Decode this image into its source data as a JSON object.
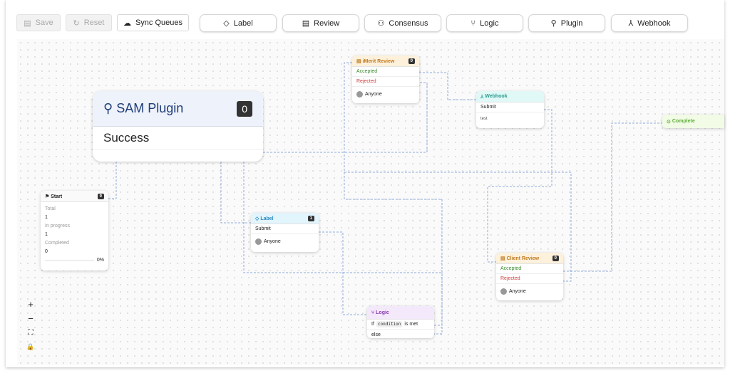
{
  "toolbar": {
    "save": "Save",
    "reset": "Reset",
    "sync": "Sync Queues",
    "node_types": [
      {
        "label": "Label",
        "icon": "tag-icon"
      },
      {
        "label": "Review",
        "icon": "review-icon"
      },
      {
        "label": "Consensus",
        "icon": "consensus-icon"
      },
      {
        "label": "Logic",
        "icon": "branch-icon"
      },
      {
        "label": "Plugin",
        "icon": "plugin-icon"
      },
      {
        "label": "Webhook",
        "icon": "webhook-icon"
      }
    ]
  },
  "nodes": {
    "sam": {
      "title": "SAM Plugin",
      "count": "0",
      "output": "Success"
    },
    "start": {
      "title": "Start",
      "count": "0",
      "total_label": "Total",
      "total": "1",
      "progress_label": "In progress",
      "progress": "1",
      "completed_label": "Completed",
      "completed": "0",
      "percent": "0%"
    },
    "imerit": {
      "title": "iMerit Review",
      "count": "0",
      "accepted": "Accepted",
      "rejected": "Rejected",
      "assignee": "Anyone"
    },
    "webhook": {
      "title": "Webhook",
      "submit": "Submit",
      "note": "test"
    },
    "complete": {
      "title": "Complete"
    },
    "label": {
      "title": "Label",
      "count": "1",
      "submit": "Submit",
      "assignee": "Anyone"
    },
    "client": {
      "title": "Client Review",
      "count": "0",
      "accepted": "Accepted",
      "rejected": "Rejected",
      "assignee": "Anyone"
    },
    "logic": {
      "title": "Logic",
      "if": "If",
      "condition": "condition",
      "is_met": "is met",
      "else": "else"
    }
  },
  "zoom_controls": {
    "zoom_in": "+",
    "zoom_out": "−",
    "fit": "⛶",
    "lock": "🔒"
  }
}
